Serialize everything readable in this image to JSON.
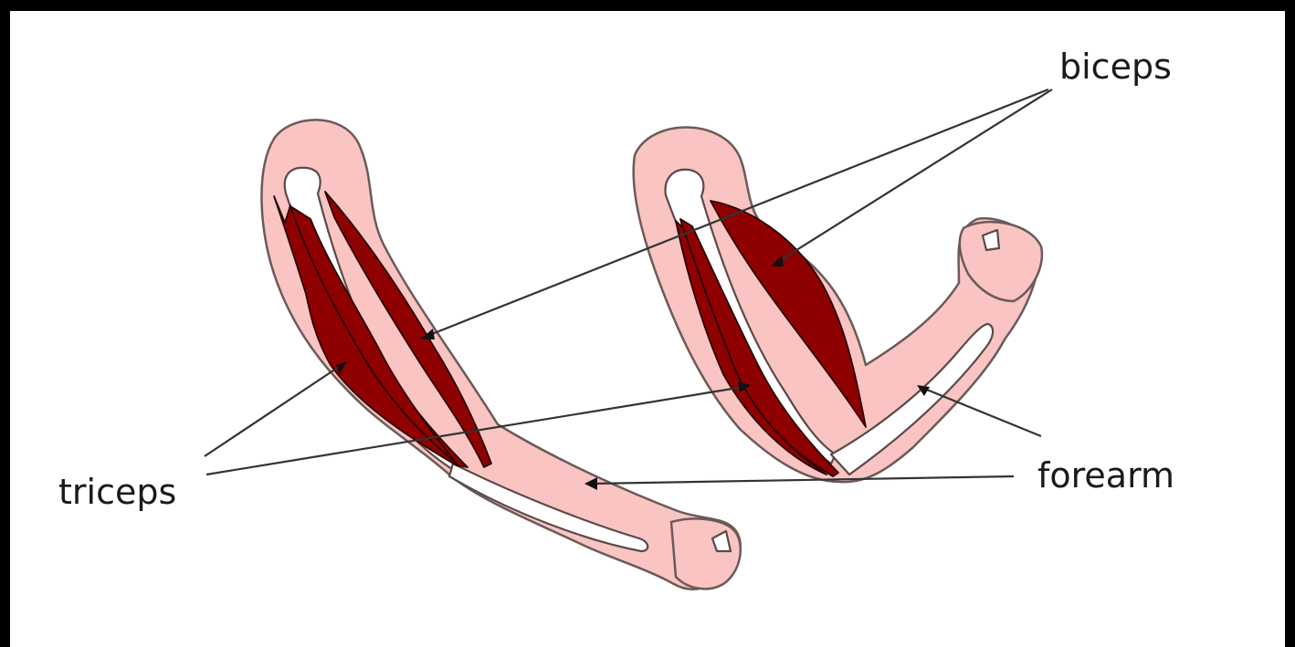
{
  "diagram": {
    "labels": {
      "biceps": "biceps",
      "triceps": "triceps",
      "forearm": "forearm"
    },
    "colors": {
      "skin": "#f9c4c1",
      "muscle": "#8f0000",
      "bone": "#ffffff",
      "frame": "#000000"
    }
  }
}
